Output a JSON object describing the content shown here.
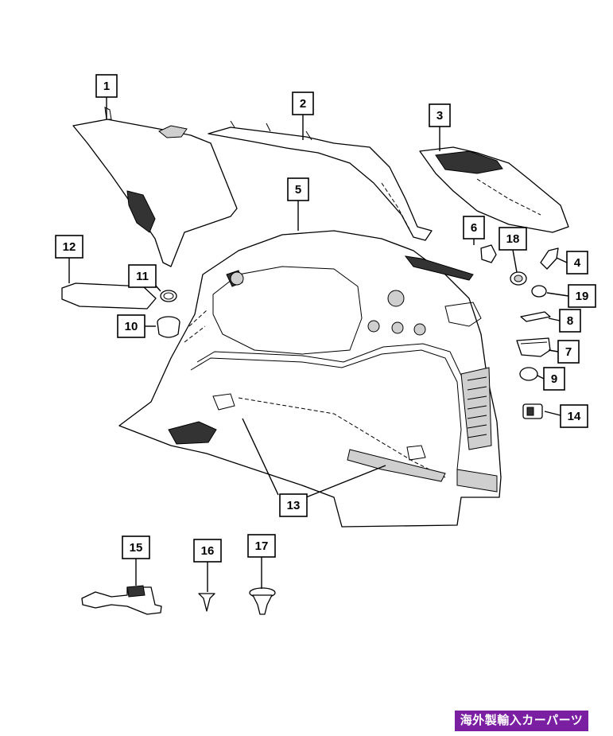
{
  "diagram": {
    "callouts": [
      {
        "id": "1",
        "label": "1"
      },
      {
        "id": "2",
        "label": "2"
      },
      {
        "id": "3",
        "label": "3"
      },
      {
        "id": "4",
        "label": "4"
      },
      {
        "id": "5",
        "label": "5"
      },
      {
        "id": "6",
        "label": "6"
      },
      {
        "id": "7",
        "label": "7"
      },
      {
        "id": "8",
        "label": "8"
      },
      {
        "id": "9",
        "label": "9"
      },
      {
        "id": "10",
        "label": "10"
      },
      {
        "id": "11",
        "label": "11"
      },
      {
        "id": "12",
        "label": "12"
      },
      {
        "id": "13",
        "label": "13"
      },
      {
        "id": "14",
        "label": "14"
      },
      {
        "id": "15",
        "label": "15"
      },
      {
        "id": "16",
        "label": "16"
      },
      {
        "id": "17",
        "label": "17"
      },
      {
        "id": "18",
        "label": "18"
      },
      {
        "id": "19",
        "label": "19"
      }
    ]
  },
  "watermark": {
    "text": "海外製輸入カーパーツ",
    "color": "#7b1fa2"
  }
}
